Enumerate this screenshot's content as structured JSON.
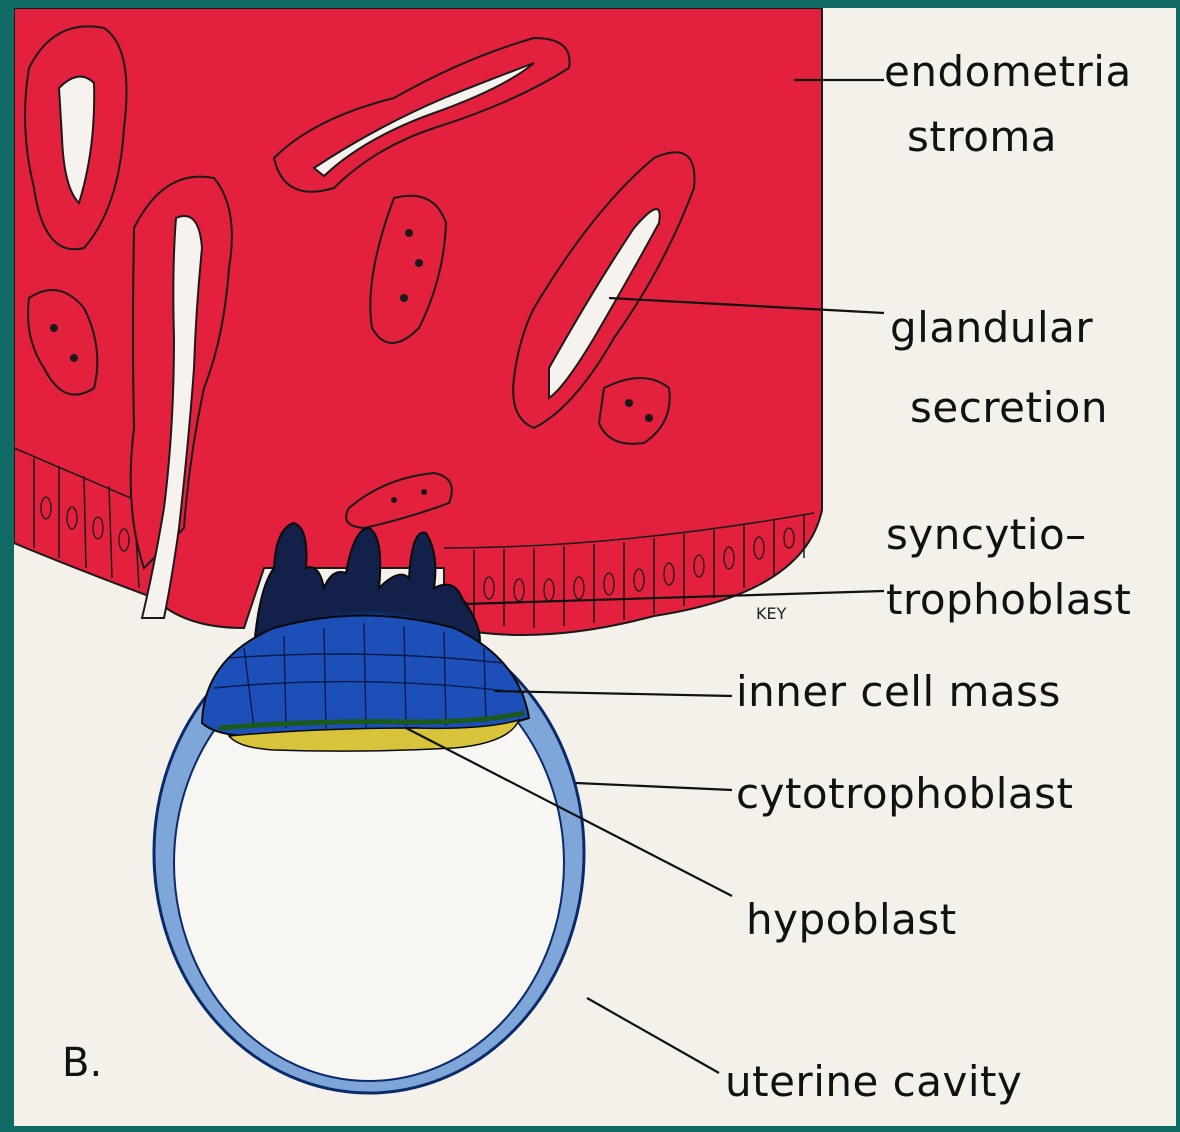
{
  "figure": {
    "panel_letter": "B.",
    "artist_signature": "KEY",
    "labels": {
      "endometrial_line1": "endometria",
      "endometrial_line2": "stroma",
      "glandular_line1": "glandular",
      "glandular_line2": "secretion",
      "syncytio_line1": "syncytio–",
      "syncytio_line2": "trophoblast",
      "inner_cell_mass": "inner cell mass",
      "cytotrophoblast": "cytotrophoblast",
      "hypoblast": "hypoblast",
      "uterine_cavity": "uterine cavity"
    },
    "colors": {
      "frame": "#0f6a63",
      "endometrium": "#e3203d",
      "syncytiotrophoblast": "#13204a",
      "inner_cell_mass": "#1c4fb8",
      "cytotrophoblast": "#7fa6d8",
      "hypoblast": "#d8c43a",
      "background": "#f3f1ea"
    }
  }
}
